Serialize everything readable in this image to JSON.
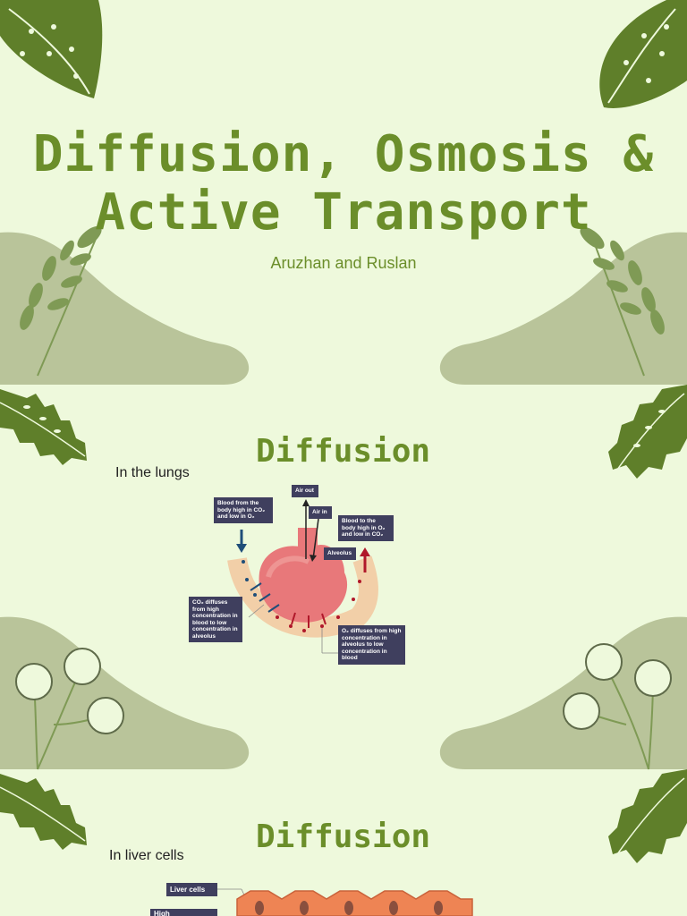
{
  "title_line1": "Diffusion, Osmosis &",
  "title_line2": "Active Transport",
  "subtitle": "Aruzhan and Ruslan",
  "section1": {
    "heading": "Diffusion",
    "caption": "In the lungs",
    "labels": {
      "blood_from": "Blood from the body high in CO₂ and low in O₂",
      "air_out": "Air out",
      "air_in": "Air in",
      "blood_to": "Blood to the body high in O₂ and low in CO₂",
      "alveolus": "Alveolus",
      "co2_diffuses": "CO₂ diffuses from high concentration in blood to low concentration in alveolus",
      "o2_diffuses": "O₂ diffuses from high concentration in alveolus to low concentration in blood"
    }
  },
  "section2": {
    "heading": "Diffusion",
    "caption": "In liver  cells",
    "labels": {
      "liver_cells": "Liver cells",
      "high": "High"
    }
  },
  "colors": {
    "background": "#eef9dc",
    "title_green": "#6b8e2a",
    "hill": "#b9c49a",
    "leaf_dark": "#5f7f2a",
    "label_bg": "#3f3f5e"
  }
}
